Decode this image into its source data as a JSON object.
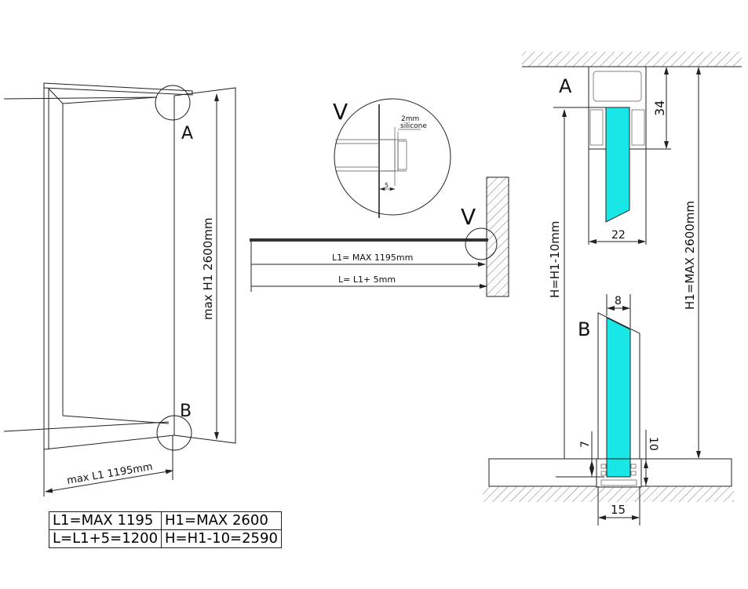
{
  "left_view": {
    "label_a": "A",
    "label_b": "B",
    "height_dim": "max H1 2600mm",
    "width_dim": "max L1 1195mm"
  },
  "detail_v": {
    "label": "V",
    "silicone_line1": "2mm",
    "silicone_line2": "silicone",
    "gap_dim": "5"
  },
  "top_view": {
    "label_v": "V",
    "l1_dim": "L1= MAX 1195mm",
    "l_dim": "L= L1+ 5mm"
  },
  "section": {
    "label_a": "A",
    "label_b": "B",
    "dim_34": "34",
    "dim_22": "22",
    "dim_8": "8",
    "dim_7": "7",
    "dim_10": "10",
    "dim_15": "15",
    "h_dim": "H=H1-10mm",
    "h1_dim": "H1=MAX 2600mm",
    "glass_color": "#19e6e6"
  },
  "table": {
    "rows": [
      [
        "L1=MAX 1195",
        "H1=MAX 2600"
      ],
      [
        "L=L1+5=1200",
        "H=H1-10=2590"
      ]
    ]
  }
}
